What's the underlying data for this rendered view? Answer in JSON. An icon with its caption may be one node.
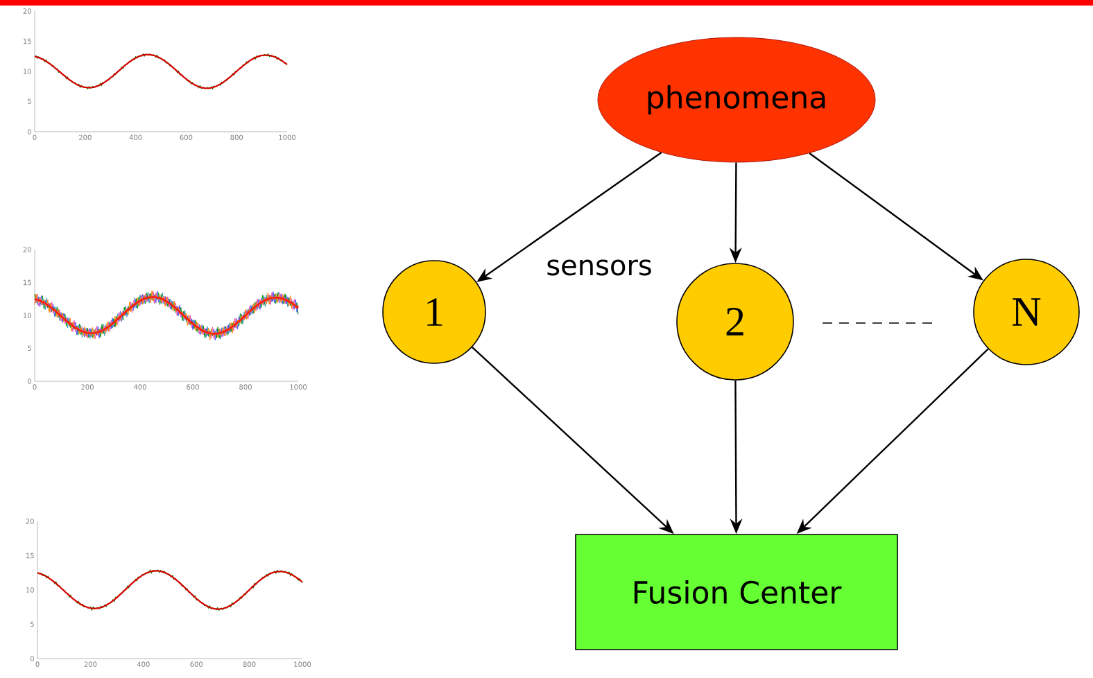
{
  "diagram": {
    "nodes": [
      {
        "text": [
          "phenomena"
        ]
      },
      {
        "text": [
          "1"
        ]
      },
      {
        "text": [
          "2"
        ]
      },
      {
        "text": [
          "N"
        ]
      },
      {
        "text": [
          "Fusion Center"
        ]
      }
    ],
    "edges": [
      {
        "from": 0,
        "to": 1,
        "arrow": "to"
      },
      {
        "from": 0,
        "to": 2,
        "arrow": "to"
      },
      {
        "from": 0,
        "to": 3,
        "arrow": "to"
      },
      {
        "from": 1,
        "to": 4,
        "arrow": "to"
      },
      {
        "from": 2,
        "to": 4,
        "arrow": "to"
      },
      {
        "from": 3,
        "to": 4,
        "arrow": "to"
      }
    ],
    "labels": [
      "sensors",
      "20",
      "15",
      "10",
      "5",
      "0",
      "0",
      "200",
      "400",
      "600",
      "800",
      "1000",
      "20",
      "15",
      "10",
      "5",
      "0",
      "0",
      "200",
      "400",
      "600",
      "800",
      "1000",
      "20",
      "15",
      "10",
      "5",
      "0",
      "0",
      "200",
      "400",
      "600",
      "800",
      "1000"
    ]
  }
}
